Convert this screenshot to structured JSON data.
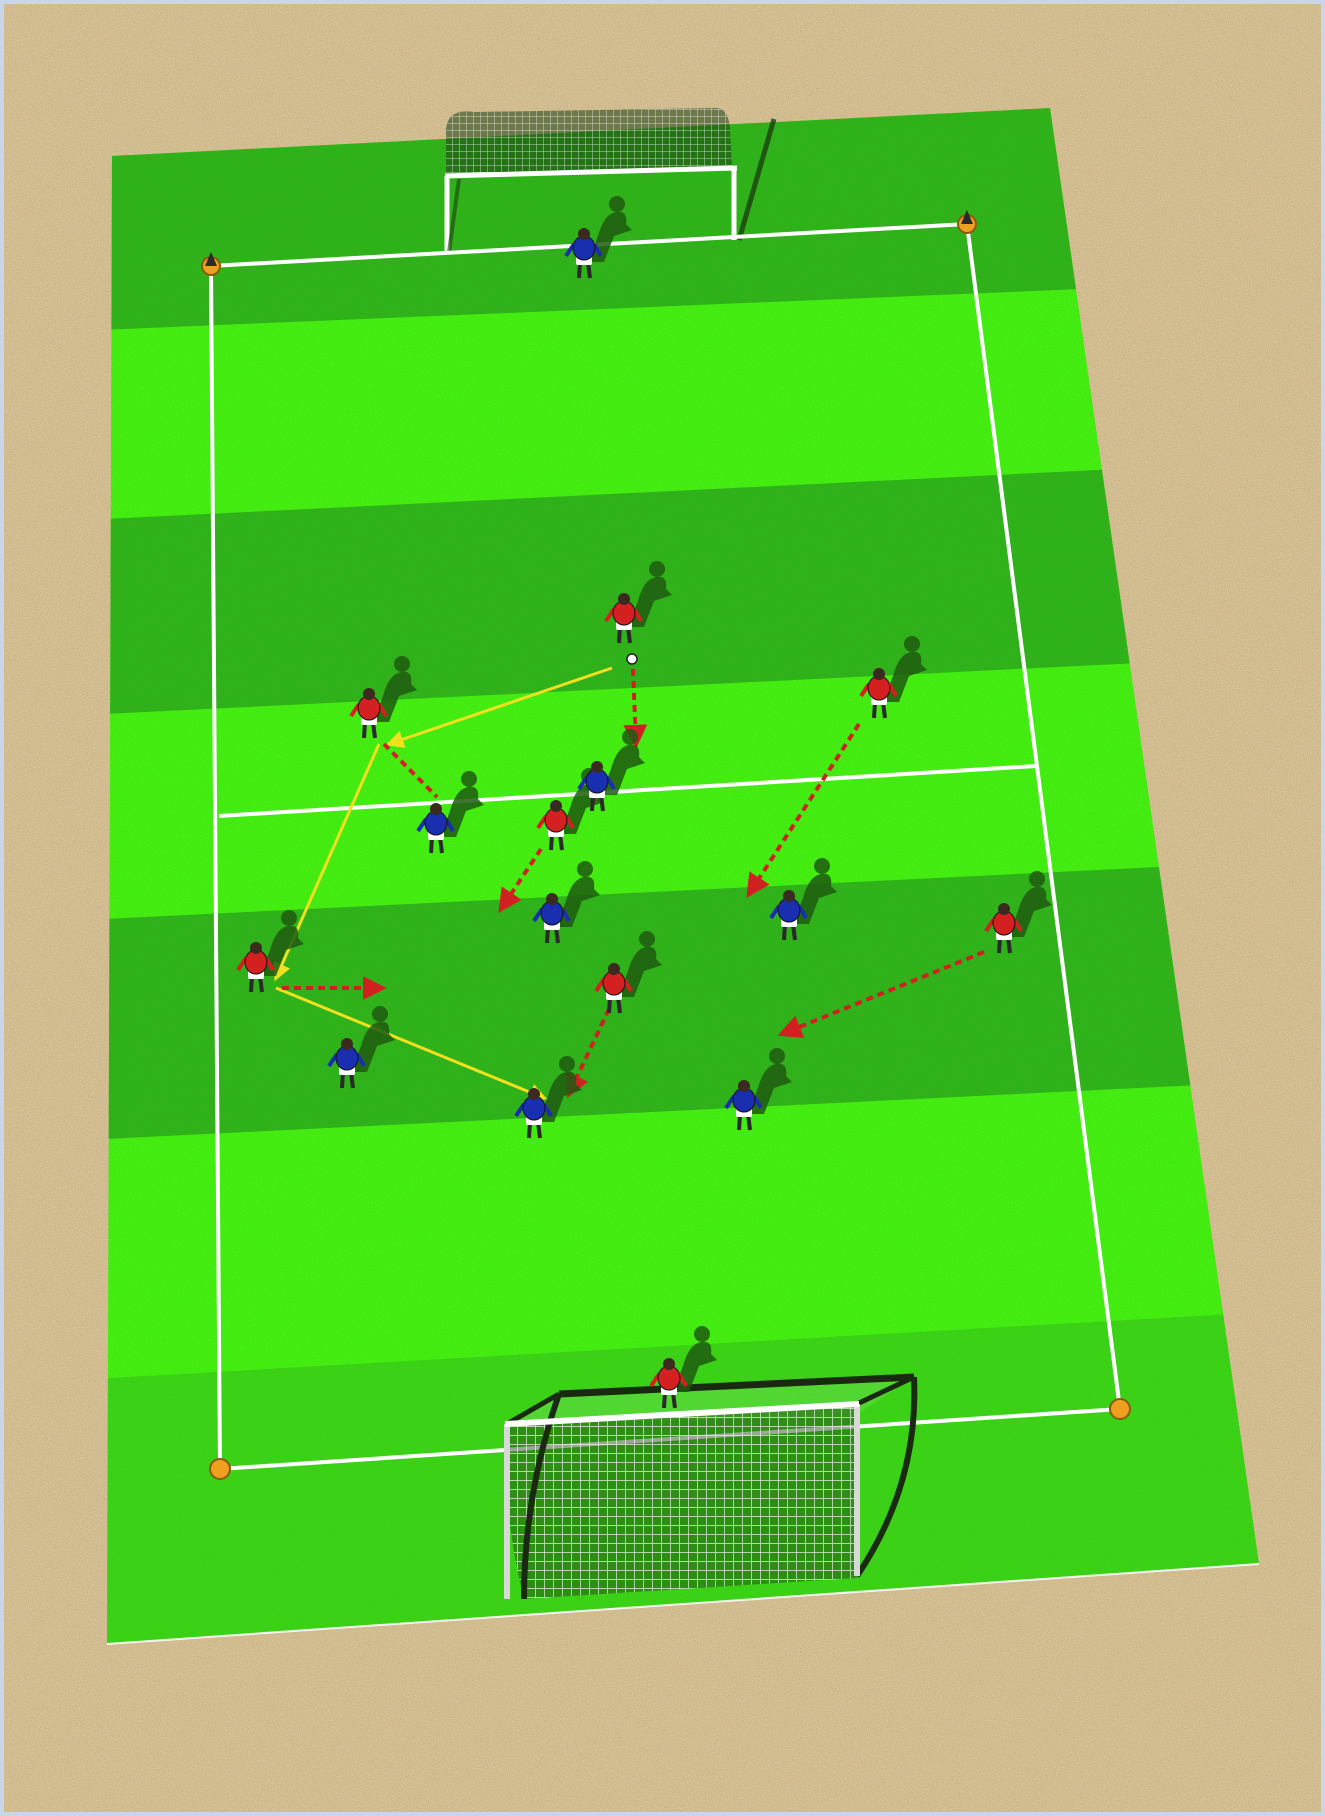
{
  "diagram": {
    "type": "soccer-drill",
    "colors": {
      "background_frame": "#c8d6e8",
      "sand": "#c9b07e",
      "grass_light": "#44f210",
      "grass_dark": "#2fb41a",
      "lines": "#ffffff",
      "cones": "#f0a020",
      "team_red": "#d42020",
      "team_blue": "#1a2fb0",
      "pass_arrow": "#f0e020",
      "run_arrow": "#c02020",
      "shadow": "#1f5a10"
    },
    "goals": [
      {
        "id": "top-goal",
        "size": "small"
      },
      {
        "id": "bottom-goal",
        "size": "large"
      }
    ],
    "goalkeepers": [
      {
        "id": "gk-top",
        "team": "blue"
      },
      {
        "id": "gk-bottom",
        "team": "red"
      }
    ],
    "players": [
      {
        "id": "red-1",
        "team": "red",
        "has_ball": true
      },
      {
        "id": "red-2",
        "team": "red"
      },
      {
        "id": "red-3",
        "team": "red"
      },
      {
        "id": "red-4",
        "team": "red"
      },
      {
        "id": "red-5",
        "team": "red"
      },
      {
        "id": "red-6",
        "team": "red"
      },
      {
        "id": "red-7",
        "team": "red"
      },
      {
        "id": "blue-1",
        "team": "blue"
      },
      {
        "id": "blue-2",
        "team": "blue"
      },
      {
        "id": "blue-3",
        "team": "blue"
      },
      {
        "id": "blue-4",
        "team": "blue"
      },
      {
        "id": "blue-5",
        "team": "blue"
      },
      {
        "id": "blue-6",
        "team": "blue"
      },
      {
        "id": "blue-7",
        "team": "blue"
      }
    ],
    "pass_sequence": [
      {
        "from": "red-1",
        "to": "red-2"
      },
      {
        "from": "red-2",
        "to": "red-4"
      },
      {
        "from": "red-4",
        "to": "blue-6"
      }
    ],
    "runs": [
      {
        "player": "red-1"
      },
      {
        "player": "red-2"
      },
      {
        "player": "red-3"
      },
      {
        "player": "red-4"
      },
      {
        "player": "red-5"
      },
      {
        "player": "red-6"
      },
      {
        "player": "red-7"
      }
    ]
  }
}
